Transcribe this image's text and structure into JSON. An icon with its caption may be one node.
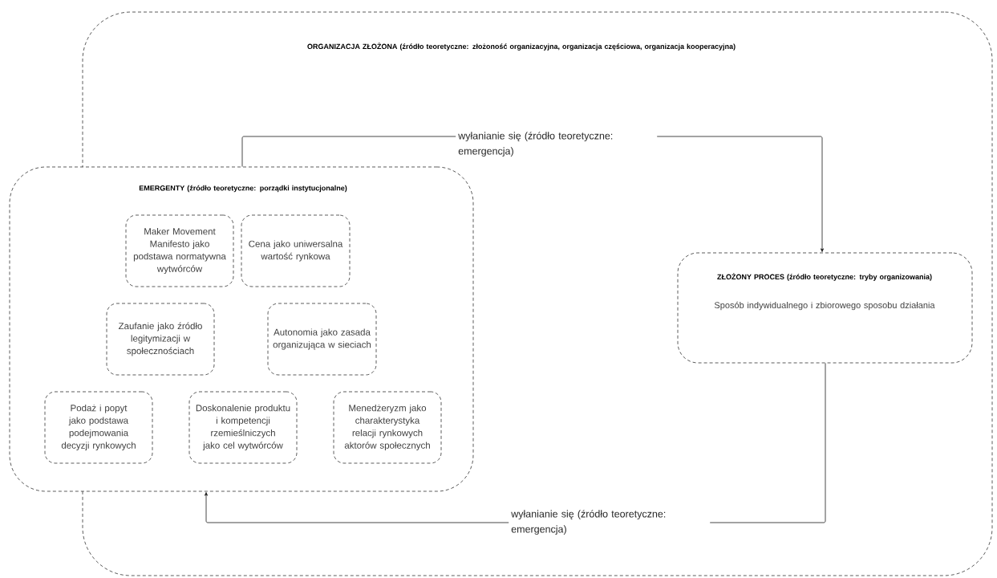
{
  "diagram": {
    "nodes": [
      {
        "text": [
          "ORGANIZACJA ZŁOŻONA (źródło teoretyczne: złożoność organizacyjna, organizacja częściowa, organizacja kooperacyjna)"
        ]
      },
      {
        "text": [
          "EMERGENTY (źródło teoretyczne: porządki instytucjonalne)"
        ]
      },
      {
        "text": [
          "Maker Movement Manifesto jako podstawa normatywna wytwórców"
        ],
        "in": 1
      },
      {
        "text": [
          "Cena jako uniwersalna wartość rynkowa"
        ],
        "in": 1
      },
      {
        "text": [
          "Zaufanie jako źródło legitymizacji w społecznościach"
        ],
        "in": 1
      },
      {
        "text": [
          "Autonomia jako zasada organizująca w sieciach"
        ],
        "in": 1
      },
      {
        "text": [
          "Podaż i popyt jako podstawa podejmowania decyzji rynkowych"
        ],
        "in": 1
      },
      {
        "text": [
          "Doskonalenie produktu i kompetencji rzemieślniczych jako cel wytwórców"
        ],
        "in": 1
      },
      {
        "text": [
          "Menedżeryzm jako charakterystyka relacji rynkowych aktorów społecznych"
        ],
        "in": 1
      },
      {
        "text": [
          "ZŁOŻONY PROCES (źródło teoretyczne: tryby organizowania)",
          "Sposób indywidualnego i zbiorowego sposobu działania"
        ],
        "in": 0
      }
    ],
    "edges": [
      {
        "from": 1,
        "to": 9,
        "arrow": "to",
        "label": "wyłanianie się (źródło teoretyczne: emergencja)"
      },
      {
        "from": 9,
        "to": 1,
        "arrow": "to",
        "label": "wyłanianie się (źródło teoretyczne: emergencja)"
      }
    ]
  }
}
